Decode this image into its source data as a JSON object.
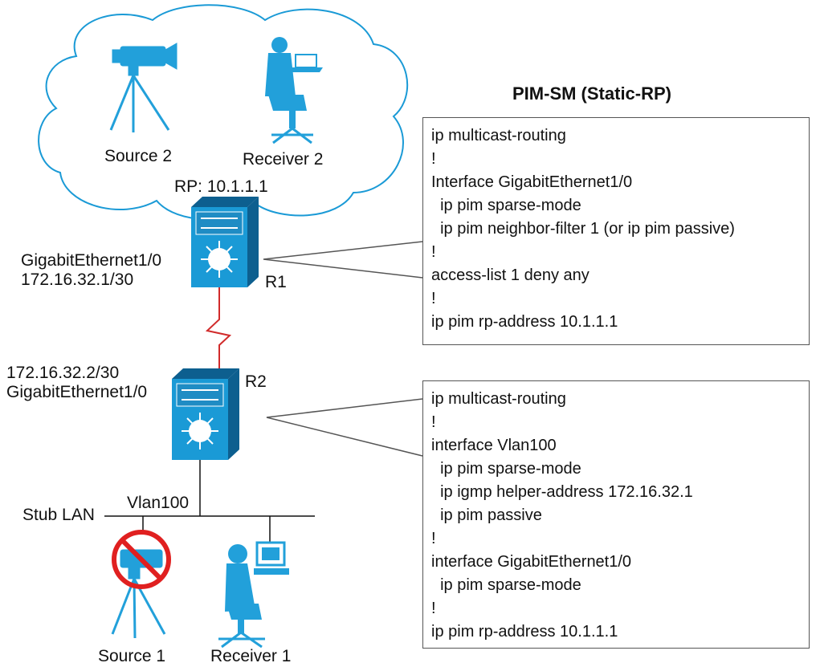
{
  "title": "PIM-SM (Static-RP)",
  "colors": {
    "device_blue": "#1a9ad6",
    "device_dark": "#0d5f8f",
    "wan_link": "#d12b2b",
    "source_blue": "#22a0da",
    "prohibit_red": "#e02020"
  },
  "cloud": {
    "source_label": "Source 2",
    "receiver_label": "Receiver 2",
    "rp_label": "RP: 10.1.1.1"
  },
  "r1": {
    "name": "R1",
    "interface": "GigabitEthernet1/0",
    "ip": "172.16.32.1/30",
    "config": [
      "ip multicast-routing",
      "!",
      "Interface GigabitEthernet1/0",
      "  ip pim sparse-mode",
      "  ip pim neighbor-filter 1 (or ip pim passive)",
      "!",
      "access-list 1 deny any",
      "!",
      "ip pim rp-address 10.1.1.1"
    ]
  },
  "r2": {
    "name": "R2",
    "ip": "172.16.32.2/30",
    "interface": "GigabitEthernet1/0",
    "config": [
      "ip multicast-routing",
      "!",
      "interface Vlan100",
      "  ip pim sparse-mode",
      "  ip igmp helper-address 172.16.32.1",
      "  ip pim passive",
      "!",
      "interface GigabitEthernet1/0",
      "  ip pim sparse-mode",
      "!",
      "ip pim rp-address 10.1.1.1"
    ]
  },
  "lan": {
    "stub_label": "Stub LAN",
    "vlan_label": "Vlan100",
    "source_label": "Source 1",
    "receiver_label": "Receiver 1"
  }
}
